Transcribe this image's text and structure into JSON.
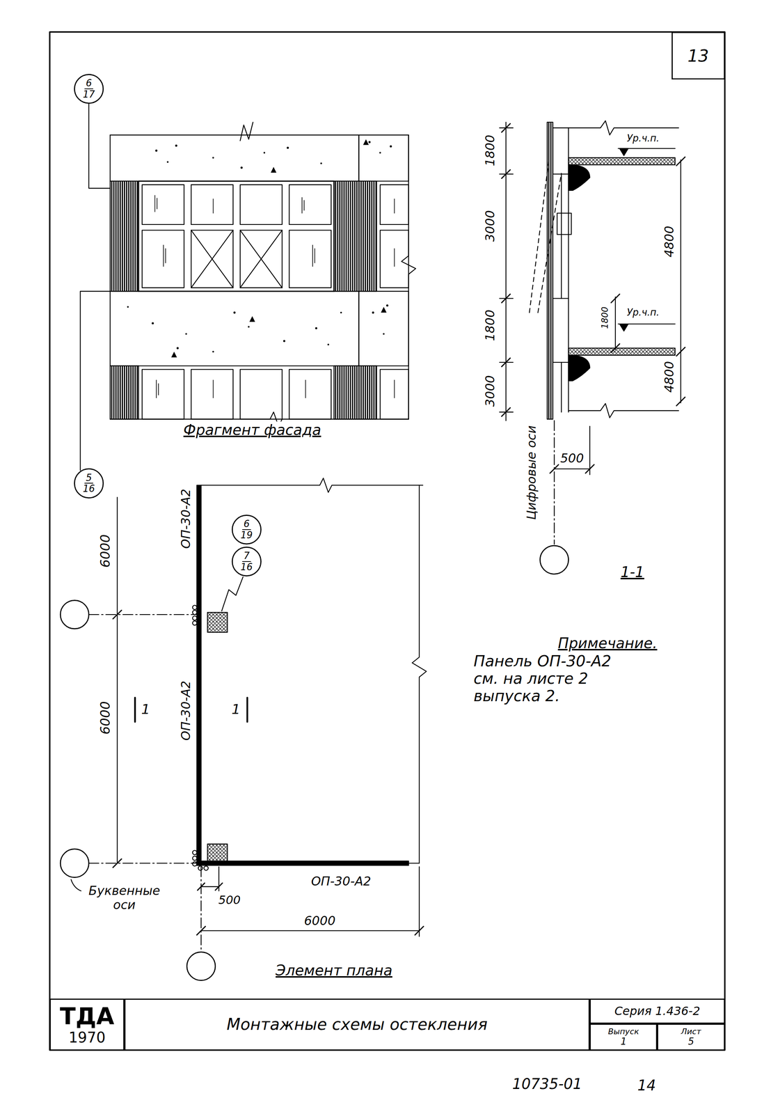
{
  "diagram": {
    "nodes": [
      {
        "text": [
          "13"
        ]
      },
      {
        "text": [
          "6",
          "17"
        ]
      },
      {
        "text": [
          "5",
          "16"
        ]
      },
      {
        "text": [
          "6",
          "19"
        ]
      },
      {
        "text": [
          "7",
          "16"
        ]
      },
      {
        "text": [
          "ТДА",
          "1970"
        ]
      },
      {
        "text": [
          "Монтажные схемы остекления"
        ]
      },
      {
        "text": [
          "Серия 1.436-2"
        ]
      },
      {
        "text": [
          "Выпуск",
          "1"
        ]
      },
      {
        "text": [
          "Лист",
          "5"
        ]
      }
    ],
    "labels": [
      "Фрагмент фасада",
      "1800",
      "3000",
      "1800",
      "3000",
      "Ур.ч.п.",
      "4800",
      "1800",
      "Ур.ч.п.",
      "4800",
      "500",
      "Цифровые оси",
      "1-1",
      "6000",
      "6000",
      "ОП-30-А2",
      "ОП-30-А2",
      "ОП-30-А2",
      "1",
      "1",
      "Буквенные оси",
      "500",
      "6000",
      "Элемент плана",
      "Примечание.",
      "Панель ОП-30-А2 см. на листе 2 выпуска 2.",
      "10735-01",
      "14"
    ]
  }
}
